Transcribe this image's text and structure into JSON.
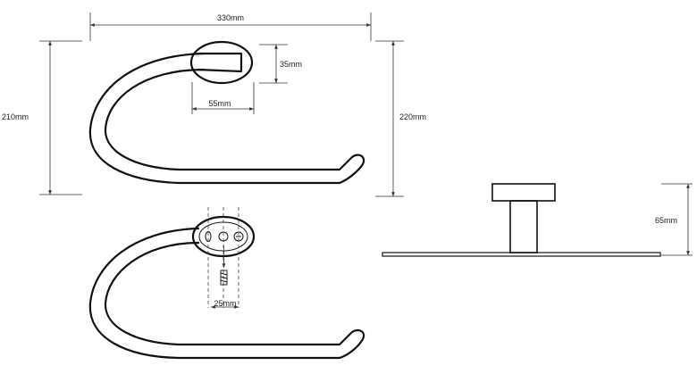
{
  "dimensions": {
    "width_top": "330mm",
    "rosette_height": "35mm",
    "rosette_width": "55mm",
    "height_left": "210mm",
    "height_right": "220mm",
    "projection": "65mm",
    "hole_spacing": "25mm"
  },
  "colors": {
    "line": "#111111",
    "dimension": "#333333"
  }
}
